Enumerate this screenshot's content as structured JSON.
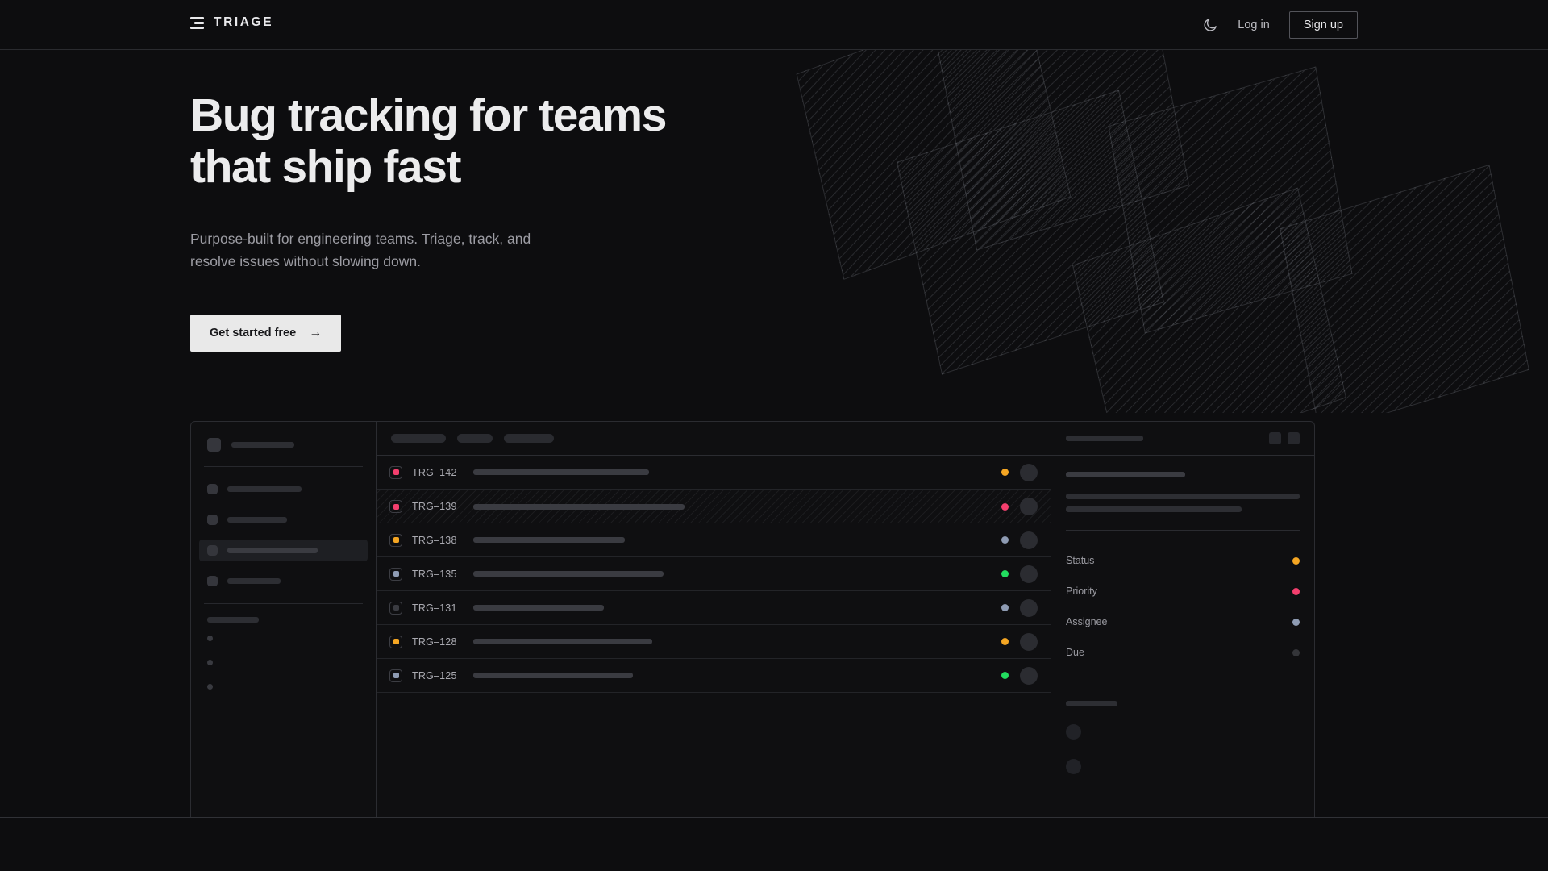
{
  "brand": {
    "name": "TRIAGE",
    "logo_icon": "stacked-bars-logo-icon"
  },
  "header": {
    "theme_toggle_icon": "moon-icon",
    "login_label": "Log in",
    "signup_label": "Sign up"
  },
  "hero": {
    "heading_line1": "Bug tracking for teams",
    "heading_line2": "that ship fast",
    "subheading": "Purpose-built for engineering teams. Triage, track, and resolve issues without slowing down.",
    "cta_label": "Get started free",
    "cta_arrow": "→"
  },
  "colors": {
    "background": "#0d0d0f",
    "surface": "#0f0f11",
    "border": "#2b2c31",
    "text_primary": "#ececed",
    "text_muted": "#9c9ca3",
    "cta_bg": "#e9e9e9",
    "status_amber": "#f5a623",
    "status_pink": "#f43f6e",
    "status_slate": "#8e9bb3",
    "status_green": "#22dd5f",
    "status_gray": "#3a3b41"
  },
  "mockup": {
    "sidebar": {
      "workspace_label_width": 78,
      "nav_items": [
        {
          "width": 92,
          "active": false
        },
        {
          "width": 74,
          "active": false
        },
        {
          "width": 112,
          "active": true
        },
        {
          "width": 66,
          "active": false
        }
      ],
      "section_label_width": 64,
      "sub_items": 3
    },
    "list_header": {
      "chips": [
        68,
        44,
        62
      ]
    },
    "list_columns": [
      "priority",
      "id",
      "title",
      "status",
      "assignee"
    ],
    "rows": [
      {
        "id": "TRG–142",
        "priority_color": "#f43f6e",
        "title_width": 218,
        "status_color": "#f5a623",
        "selected": false
      },
      {
        "id": "TRG–139",
        "priority_color": "#f43f6e",
        "title_width": 262,
        "status_color": "#f43f6e",
        "selected": true
      },
      {
        "id": "TRG–138",
        "priority_color": "#f5a623",
        "title_width": 188,
        "status_color": "#8e9bb3",
        "selected": false
      },
      {
        "id": "TRG–135",
        "priority_color": "#8e9bb3",
        "title_width": 236,
        "status_color": "#22dd5f",
        "selected": false
      },
      {
        "id": "TRG–131",
        "priority_color": "#3a3b41",
        "title_width": 162,
        "status_color": "#8e9bb3",
        "selected": false
      },
      {
        "id": "TRG–128",
        "priority_color": "#f5a623",
        "title_width": 222,
        "status_color": "#f5a623",
        "selected": false
      },
      {
        "id": "TRG–125",
        "priority_color": "#8e9bb3",
        "title_width": 198,
        "status_color": "#22dd5f",
        "selected": false
      }
    ],
    "detail": {
      "header_title_width": 96,
      "header_buttons": 2,
      "title_skeleton_width": 148,
      "body_line_widths": [
        290,
        218
      ],
      "fields": [
        {
          "label": "Status",
          "value_color": "#f5a623"
        },
        {
          "label": "Priority",
          "value_color": "#f43f6e"
        },
        {
          "label": "Assignee",
          "value_color": "#8e9bb3"
        },
        {
          "label": "Due",
          "value_color": "#343539"
        }
      ],
      "comments_label_width": 64,
      "comment_avatars": 2
    }
  }
}
